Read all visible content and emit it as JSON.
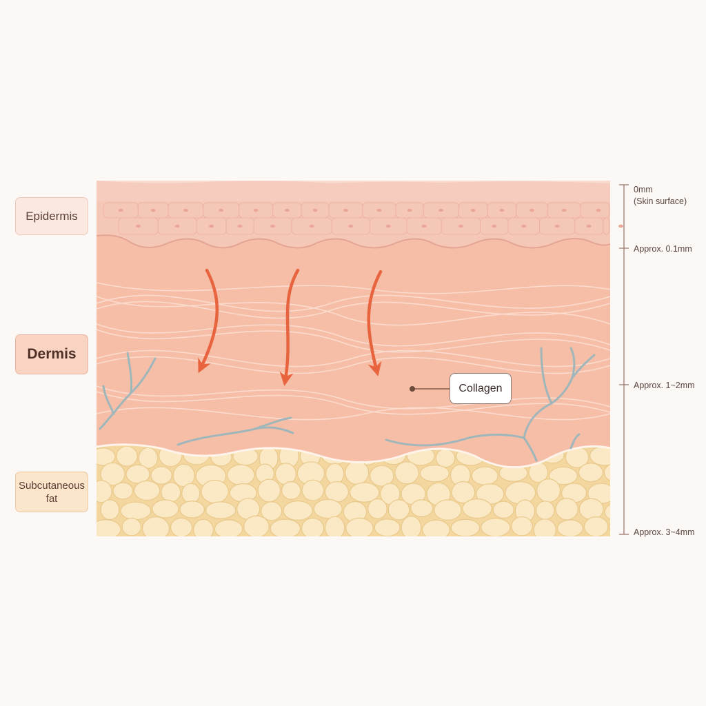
{
  "layers": {
    "epidermis": "Epidermis",
    "dermis": "Dermis",
    "subcutaneous_fat": "Subcutaneous\nfat"
  },
  "depth_scale": {
    "surface": "0mm",
    "surface_note": "(Skin surface)",
    "epidermis_bottom": "Approx. 0.1mm",
    "dermis": "Approx. 1~2mm",
    "fat": "Approx. 3~4mm"
  },
  "callout": {
    "collagen": "Collagen"
  },
  "colors": {
    "background": "#fbf8f5",
    "epidermis": "#f5c7b7",
    "dermis": "#f6bea7",
    "fat": "#f6dfb2",
    "fat_cell": "#fae9c4",
    "arrow": "#e8643f",
    "vessel": "#9fb6bb",
    "scale_line": "#9b7a70"
  }
}
